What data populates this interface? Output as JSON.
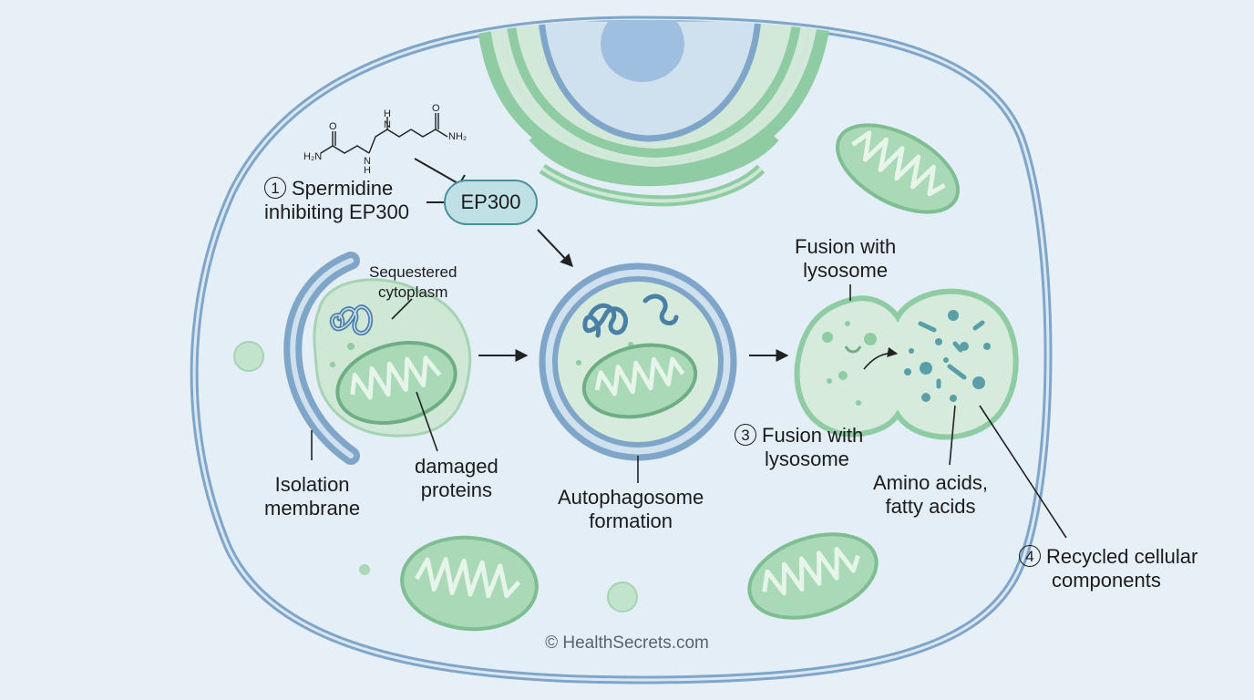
{
  "labels": {
    "step1_number": "1",
    "step1_line1": "Spermidine",
    "step1_line2": "inhibiting EP300",
    "ep300": "EP300",
    "sequestered_line1": "Sequestered",
    "sequestered_line2": "cytoplasm",
    "isolation_line1": "Isolation",
    "isolation_line2": "membrane",
    "damaged_line1": "damaged",
    "damaged_line2": "proteins",
    "autophagosome_line1": "Autophagosome",
    "autophagosome_line2": "formation",
    "fusion_top_line1": "Fusion with",
    "fusion_top_line2": "lysosome",
    "step3_number": "3",
    "step3_line1": "Fusion with",
    "step3_line2": "lysosome",
    "amino_line1": "Amino acids,",
    "amino_line2": "fatty acids",
    "step4_number": "4",
    "step4_line1": "Recycled cellular",
    "step4_line2": "components",
    "watermark": "© HealthSecrets.com"
  },
  "molecule": {
    "atoms": [
      "H₂N",
      "O",
      "N",
      "H",
      "H",
      "N",
      "O",
      "NH₂"
    ]
  },
  "colors": {
    "background": "#e8f0f7",
    "cell_membrane": "#7fa6c9",
    "organelle_green": "#8fcca3",
    "organelle_fill": "#cfe8d6",
    "nucleus": "#a9c4e0",
    "ep300_fill": "#bfe1e6",
    "arrow": "#222222"
  }
}
